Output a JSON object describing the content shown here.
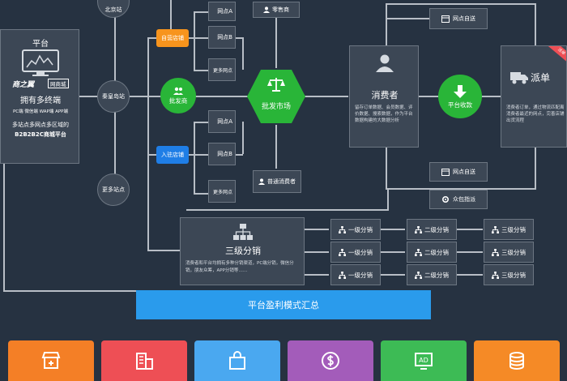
{
  "platform": {
    "title": "平台",
    "logo_text": "商之翼",
    "badge": "网商城",
    "headline": "拥有多终端",
    "terminals": "PC端 微信端 WAP端 APP端",
    "desc_line1": "多站点多网点多区域的",
    "desc_line2": "B2B2B2C商城平台"
  },
  "stations": {
    "beijing": "北京站",
    "qinhuangdao": "秦皇岛站",
    "more": "更多站点"
  },
  "store_types": {
    "self_store": "自营店铺",
    "partner_store": "入驻店铺"
  },
  "outlets": {
    "outlet_a": "网点A",
    "outlet_b": "网点B",
    "more_outlets": "更多网点"
  },
  "wholesaler": "批发商",
  "wholesale_market": "批发市场",
  "retailer": "零售商",
  "normal_consumer": "普通消费者",
  "consumer": {
    "title": "消费者",
    "desc": "留存订单数据、会员数据、评价数据、搜索数据，作为平台数据构建的大数据分析"
  },
  "platform_collect": "平台收款",
  "dispatch": {
    "title": "派单",
    "badge": "派单",
    "desc": "消费者订单，通过物流匹配离消费者最近的网点，完善店铺出货流程"
  },
  "delivery": {
    "outlet_delivery_top": "网点自送",
    "outlet_delivery": "网点自送",
    "crowd_delivery": "众包指派"
  },
  "distribution": {
    "title": "三级分销",
    "desc": "消费者和平台均拥有多种分销渠道，PC端分销，微信分销，朋友众筹，APP分销等……",
    "level1": "一级分销",
    "level2": "二级分销",
    "level3": "三级分销"
  },
  "summary_bar": "平台盈利模式汇总",
  "colors": {
    "background": "#263241",
    "panel": "#3c4755",
    "green": "#29b538",
    "orange": "#f7941d",
    "blue": "#1f7ee6",
    "summary_blue": "#2a9bec",
    "tile_orange": "#f47f26",
    "tile_red": "#ee4f55",
    "tile_blue": "#4aa8f0",
    "tile_purple": "#a35cba",
    "tile_green": "#3dbb55",
    "tile_amber": "#f58a26"
  },
  "footer_icons": [
    "store-icon",
    "building-icon",
    "shopping-bag-icon",
    "dollar-icon",
    "ad-icon",
    "coins-icon"
  ]
}
